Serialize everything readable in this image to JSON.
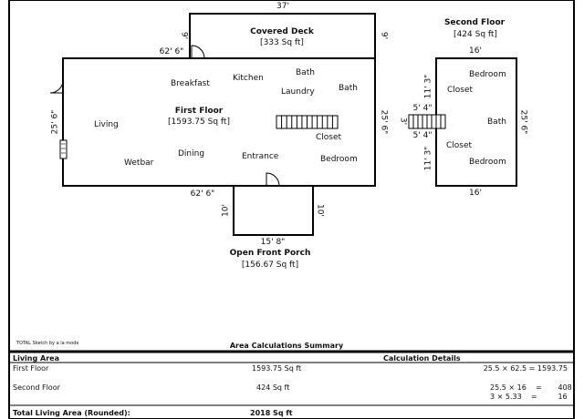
{
  "deck": {
    "name": "Covered Deck",
    "area": "[333 Sq ft]",
    "dim_top": "37'",
    "dim_left": "9'",
    "dim_right": "9'"
  },
  "first_floor": {
    "name": "First Floor",
    "area": "[1593.75 Sq ft]",
    "dim_top": "62' 6\"",
    "dim_bottom": "62' 6\"",
    "dim_left": "25' 6\"",
    "dim_right": "25' 6\"",
    "rooms": [
      "Breakfast",
      "Kitchen",
      "Bath",
      "Laundry",
      "Bath",
      "Living",
      "Closet",
      "Dining",
      "Entrance",
      "Bedroom",
      "Wetbar"
    ]
  },
  "porch": {
    "name": "Open Front Porch",
    "area": "[156.67 Sq ft]",
    "dim_bottom": "15' 8\"",
    "dim_left": "10'",
    "dim_right": "10'"
  },
  "second_floor": {
    "name": "Second Floor",
    "area": "[424 Sq ft]",
    "dim_top": "16'",
    "dim_bottom": "16'",
    "dim_right": "25' 6\"",
    "dim_left_top": "11' 3\"",
    "dim_left_bottom": "11' 3\"",
    "stair_top": "5' 4\"",
    "stair_bottom": "5' 4\"",
    "stair_left": "3'",
    "rooms": [
      "Bedroom",
      "Closet",
      "Bath",
      "Closet",
      "Bedroom"
    ]
  },
  "credit": "TOTAL Sketch by a la mode",
  "summary": {
    "title": "Area Calculations Summary",
    "col_living_area": "Living Area",
    "col_calc": "Calculation Details",
    "rows": [
      {
        "name": "First Floor",
        "area": "1593.75 Sq ft",
        "calc": [
          "25.5 × 62.5 = 1593.75"
        ]
      },
      {
        "name": "Second Floor",
        "area": "424 Sq ft",
        "calc": [
          "25.5 × 16    =       408",
          "3 × 5.33    =         16"
        ]
      }
    ],
    "total_label": "Total Living Area (Rounded):",
    "total_value": "2018 Sq ft"
  }
}
